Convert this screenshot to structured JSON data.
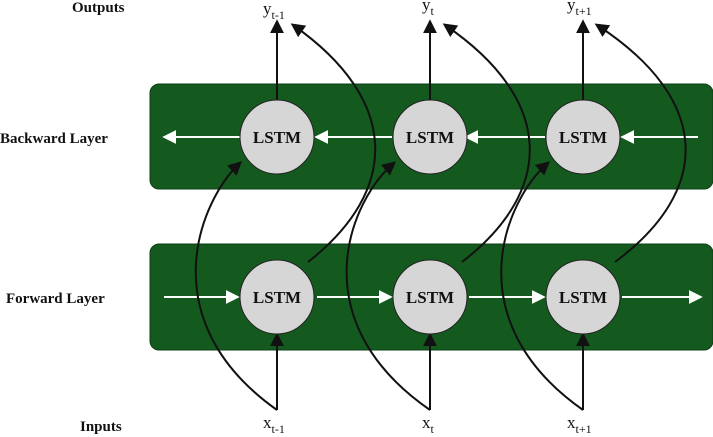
{
  "row_labels": {
    "outputs": "Outputs",
    "backward": "Backward Layer",
    "forward": "Forward Layer",
    "inputs": "Inputs"
  },
  "cell_label": "LSTM",
  "outputs": [
    {
      "base": "y",
      "sub": "t-1"
    },
    {
      "base": "y",
      "sub": "t"
    },
    {
      "base": "y",
      "sub": "t+1"
    }
  ],
  "inputs": [
    {
      "base": "x",
      "sub": "t-1"
    },
    {
      "base": "x",
      "sub": "t"
    },
    {
      "base": "x",
      "sub": "t+1"
    }
  ],
  "colors": {
    "layer_fill": "#145a1f",
    "cell_fill": "#d6d6d6",
    "layer_arrow": "#ffffff",
    "connection": "#111111"
  }
}
